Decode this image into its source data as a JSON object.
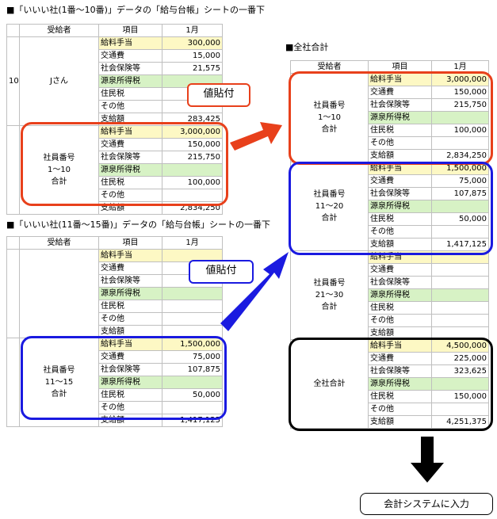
{
  "titles": {
    "t1": "■「いいい社(1番～10番)」データの「給与台帳」シートの一番下",
    "t2": "■「いいい社(11番～15番)」データの「給与台帳」シートの一番下",
    "t3": "■全社合計"
  },
  "header": {
    "receiver": "受給者",
    "item": "項目",
    "month": "1月"
  },
  "items": [
    "給料手当",
    "交通費",
    "社会保険等",
    "源泉所得税",
    "住民税",
    "その他",
    "支給額"
  ],
  "sheet1": {
    "row_no": "10",
    "person": "Jさん",
    "person_values": [
      "300,000",
      "15,000",
      "21,575",
      "",
      "",
      "",
      "283,425"
    ],
    "group_label": [
      "社員番号",
      "1～10",
      "合計"
    ],
    "group_values": [
      "3,000,000",
      "150,000",
      "215,750",
      "",
      "100,000",
      "",
      "2,834,250"
    ]
  },
  "sheet2": {
    "blank_values": [
      "",
      "",
      "",
      "",
      "",
      "",
      ""
    ],
    "group_label": [
      "社員番号",
      "11～15",
      "合計"
    ],
    "group_values": [
      "1,500,000",
      "75,000",
      "107,875",
      "",
      "50,000",
      "",
      "1,417,125"
    ]
  },
  "total": {
    "g1_label": [
      "社員番号",
      "1～10",
      "合計"
    ],
    "g1_values": [
      "3,000,000",
      "150,000",
      "215,750",
      "",
      "100,000",
      "",
      "2,834,250"
    ],
    "g2_label": [
      "社員番号",
      "11～20",
      "合計"
    ],
    "g2_values": [
      "1,500,000",
      "75,000",
      "107,875",
      "",
      "50,000",
      "",
      "1,417,125"
    ],
    "g3_label": [
      "社員番号",
      "21～30",
      "合計"
    ],
    "g3_values": [
      "",
      "",
      "",
      "",
      "",
      "",
      ""
    ],
    "g4_label": "全社合計",
    "g4_values": [
      "4,500,000",
      "225,000",
      "323,625",
      "",
      "150,000",
      "",
      "4,251,375"
    ]
  },
  "labels": {
    "paste1": "値貼付",
    "paste2": "値貼付",
    "output": "会計システムに入力"
  },
  "colors": {
    "red": "#e8401b",
    "blue": "#1a1ae0",
    "black": "#000000",
    "yellow": "#fdf8c4",
    "green": "#d7f2c5"
  }
}
